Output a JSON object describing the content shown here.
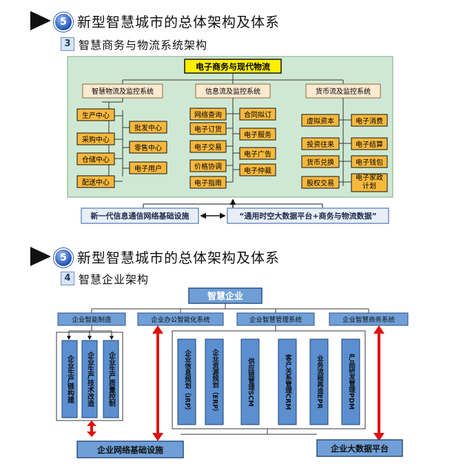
{
  "section1": {
    "badge": "5",
    "title": "新型智慧城市的总体架构及体系",
    "sub_num": "3",
    "sub_title": "智慧商务与物流系统架构",
    "top": "电子商务与现代物流",
    "branch1": "智慧物流及监控系统",
    "branch2": "信息流及监控系统",
    "branch3": "货币流及监控系统",
    "logistics_left": [
      "生产中心",
      "采购中心",
      "仓储中心",
      "配送中心"
    ],
    "logistics_right": [
      "批发中心",
      "零售中心",
      "电子用户"
    ],
    "info_left": [
      "网络查询",
      "电子订货",
      "电子交易",
      "价格协调",
      "电子指南"
    ],
    "info_right": [
      "合同拟订",
      "电子服务",
      "电子广告",
      "电子仲裁"
    ],
    "money_left": [
      "虚拟资本",
      "投资往来",
      "货币兑换",
      "股权交易"
    ],
    "money_right": [
      "电子消费",
      "电子结算",
      "电子钱包",
      "电子家政计划"
    ],
    "bottom_left": "新一代信息通信网络基础设施",
    "bottom_right": "“通用时空大数据平台+商务与物流数据”"
  },
  "section2": {
    "badge": "5",
    "title": "新型智慧城市的总体架构及体系",
    "sub_num": "4",
    "sub_title": "智慧企业架构",
    "top": "智慧企业",
    "branches": [
      "企业智能制造",
      "企业办公智能化系统",
      "企业智慧管理系统",
      "企业智慧商务系统"
    ],
    "manufacturing": [
      "企业生产链构建",
      "企业生产技术改造",
      "企业生产质量控制"
    ],
    "management": [
      "企业信息规划（IRP）",
      "企业资源规划（ERP）",
      "供应链管理SCM",
      "客户关系管理CRM",
      "业务流程再造EPR",
      "产品研发管理PDM"
    ],
    "bottom_left": "企业网络基础设施",
    "bottom_right": "企业大数据平台"
  },
  "colors": {
    "panel_bg": "#cfe8d3",
    "orange_box": "#f6b83c",
    "blue_box": "#4a84c9",
    "light_box": "#e8eef8",
    "red_arrow": "#e01010",
    "top_yellow": "#ffee00"
  },
  "icons": [
    "triangle-arrow-icon",
    "number-badge-icon",
    "double-arrow-icon",
    "up-arrow-icon"
  ]
}
